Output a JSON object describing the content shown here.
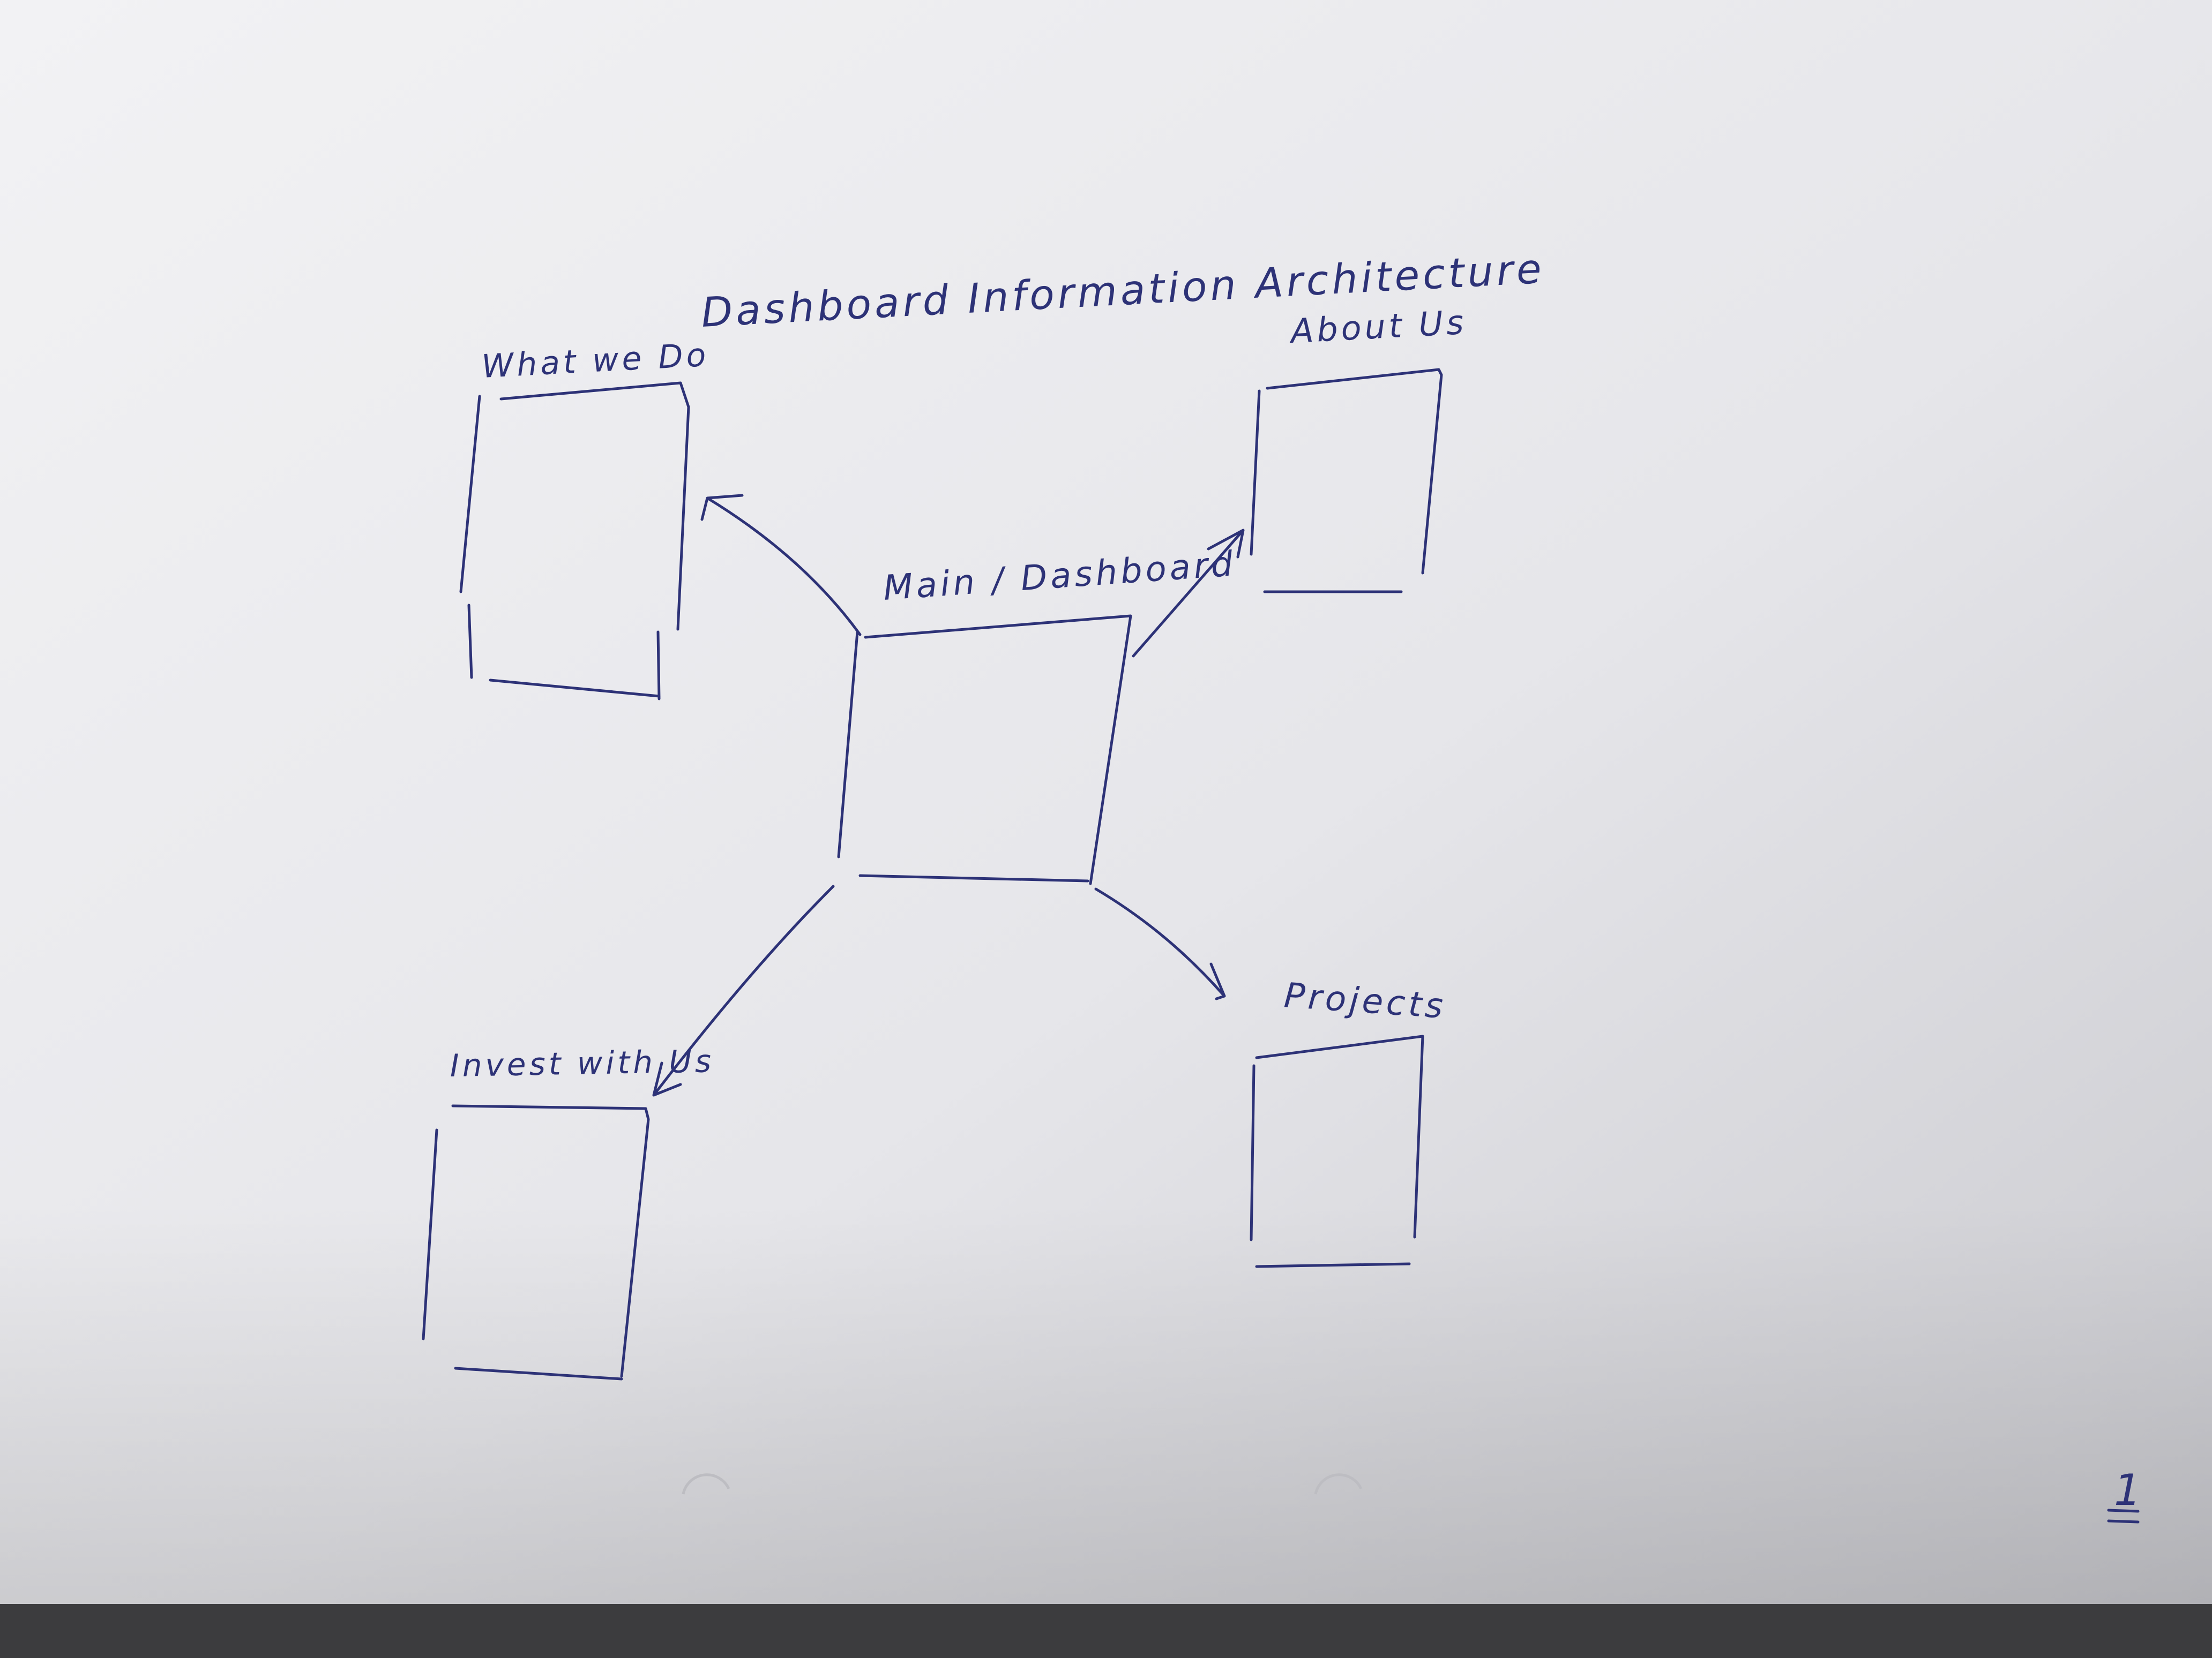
{
  "diagram": {
    "title": "Dashboard Information Architecture",
    "nodes": [
      {
        "id": "main",
        "label": "Main / Dashboard"
      },
      {
        "id": "what-we-do",
        "label": "What we Do"
      },
      {
        "id": "about-us",
        "label": "About Us"
      },
      {
        "id": "projects",
        "label": "Projects"
      },
      {
        "id": "invest-with-us",
        "label": "Invest with Us"
      }
    ],
    "edges": [
      {
        "from": "main",
        "to": "what-we-do"
      },
      {
        "from": "main",
        "to": "about-us"
      },
      {
        "from": "main",
        "to": "projects"
      },
      {
        "from": "main",
        "to": "invest-with-us"
      }
    ],
    "page_number": "1"
  },
  "colors": {
    "ink": "#2d3277",
    "paper": "#e9e9ec",
    "background": "#3a3a3c"
  }
}
